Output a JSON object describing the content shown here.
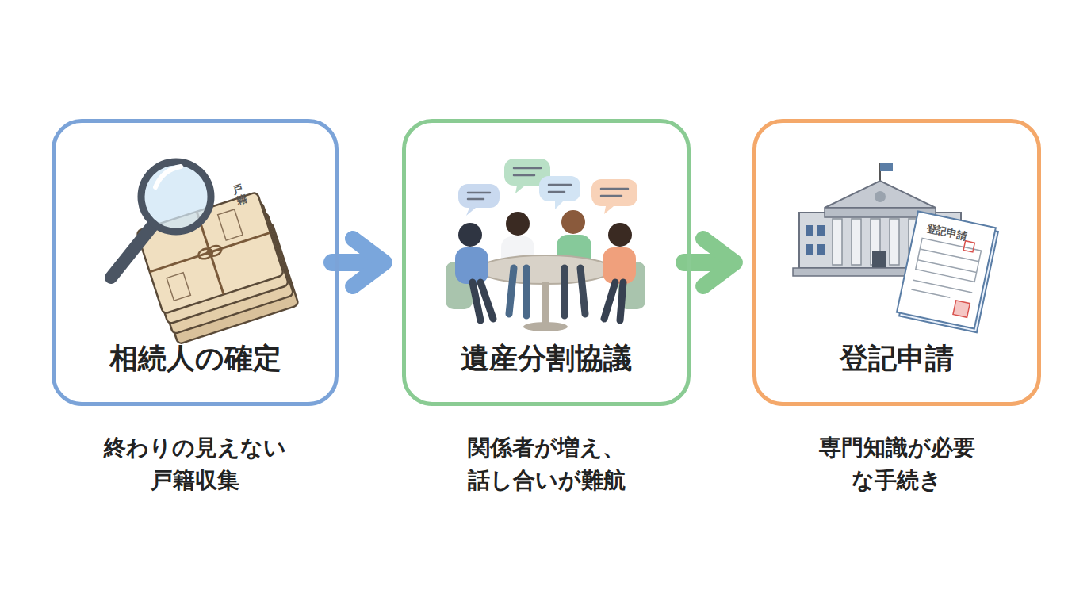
{
  "diagram": {
    "nodes": [
      {
        "text": [
          "相続人の確定",
          "終わりの見えない 戸籍収集"
        ]
      },
      {
        "text": [
          "遺産分割協議",
          "関係者が増え、 話し合いが難航"
        ]
      },
      {
        "text": [
          "登記申請",
          "専門知識が必要 な手続き"
        ]
      }
    ],
    "edges": [
      {
        "from": 0,
        "to": 1,
        "arrow": "to"
      },
      {
        "from": 1,
        "to": 2,
        "arrow": "to"
      }
    ],
    "labels": [
      "戸籍",
      "登記申請"
    ]
  }
}
